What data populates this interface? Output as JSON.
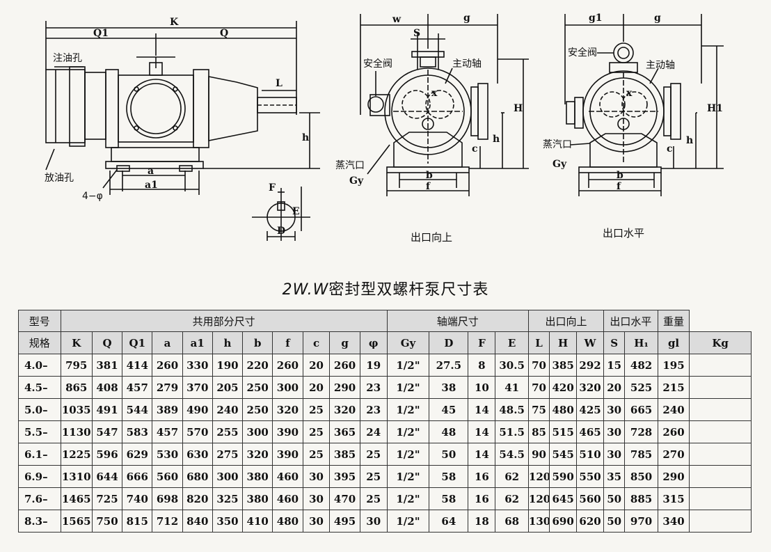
{
  "drawing_labels": {
    "fill_hole": "注油孔",
    "drain_hole": "放油孔",
    "safety_valve": "安全阀",
    "main_shaft": "主动轴",
    "steam_port": "蒸汽口",
    "holes": "4−φ",
    "dims": {
      "K": "K",
      "Q1": "Q1",
      "Q": "Q",
      "L": "L",
      "h": "h",
      "a": "a",
      "a1": "a1",
      "F": "F",
      "E": "E",
      "D": "D",
      "w": "w",
      "g": "g",
      "S": "S",
      "H": "H",
      "b": "b",
      "f": "f",
      "c": "c",
      "x": "x",
      "Gy": "Gy",
      "g1": "g1",
      "H1": "H1"
    }
  },
  "captions": {
    "outlet_up": "出口向上",
    "outlet_horizontal": "出口水平"
  },
  "title": {
    "model": "2W.W",
    "text": "密封型双螺杆泵尺寸表"
  },
  "table": {
    "group_headers": {
      "model": "型号",
      "common": "共用部分尺寸",
      "shaft": "轴端尺寸",
      "up": "出口向上",
      "horizontal": "出口水平",
      "weight": "重量"
    },
    "spec": "规格",
    "columns": [
      "K",
      "Q",
      "Q1",
      "a",
      "a1",
      "h",
      "b",
      "f",
      "c",
      "g",
      "φ",
      "Gy",
      "D",
      "F",
      "E",
      "L",
      "H",
      "W",
      "S",
      "H₁",
      "gl",
      "Kg"
    ],
    "rows": [
      [
        "4.0–",
        "795",
        "381",
        "414",
        "260",
        "330",
        "190",
        "220",
        "260",
        "20",
        "260",
        "19",
        "1/2\"",
        "27.5",
        "8",
        "30.5",
        "70",
        "385",
        "292",
        "15",
        "482",
        "195",
        ""
      ],
      [
        "4.5–",
        "865",
        "408",
        "457",
        "279",
        "370",
        "205",
        "250",
        "300",
        "20",
        "290",
        "23",
        "1/2\"",
        "38",
        "10",
        "41",
        "70",
        "420",
        "320",
        "20",
        "525",
        "215",
        ""
      ],
      [
        "5.0–",
        "1035",
        "491",
        "544",
        "389",
        "490",
        "240",
        "250",
        "320",
        "25",
        "320",
        "23",
        "1/2\"",
        "45",
        "14",
        "48.5",
        "75",
        "480",
        "425",
        "30",
        "665",
        "240",
        ""
      ],
      [
        "5.5–",
        "1130",
        "547",
        "583",
        "457",
        "570",
        "255",
        "300",
        "390",
        "25",
        "365",
        "24",
        "1/2\"",
        "48",
        "14",
        "51.5",
        "85",
        "515",
        "465",
        "30",
        "728",
        "260",
        ""
      ],
      [
        "6.1–",
        "1225",
        "596",
        "629",
        "530",
        "630",
        "275",
        "320",
        "390",
        "25",
        "385",
        "25",
        "1/2\"",
        "50",
        "14",
        "54.5",
        "90",
        "545",
        "510",
        "30",
        "785",
        "270",
        ""
      ],
      [
        "6.9–",
        "1310",
        "644",
        "666",
        "560",
        "680",
        "300",
        "380",
        "460",
        "30",
        "395",
        "25",
        "1/2\"",
        "58",
        "16",
        "62",
        "120",
        "590",
        "550",
        "35",
        "850",
        "290",
        ""
      ],
      [
        "7.6–",
        "1465",
        "725",
        "740",
        "698",
        "820",
        "325",
        "380",
        "460",
        "30",
        "470",
        "25",
        "1/2\"",
        "58",
        "16",
        "62",
        "120",
        "645",
        "560",
        "50",
        "885",
        "315",
        ""
      ],
      [
        "8.3–",
        "1565",
        "750",
        "815",
        "712",
        "840",
        "350",
        "410",
        "480",
        "30",
        "495",
        "30",
        "1/2\"",
        "64",
        "18",
        "68",
        "130",
        "690",
        "620",
        "50",
        "970",
        "340",
        ""
      ]
    ]
  }
}
